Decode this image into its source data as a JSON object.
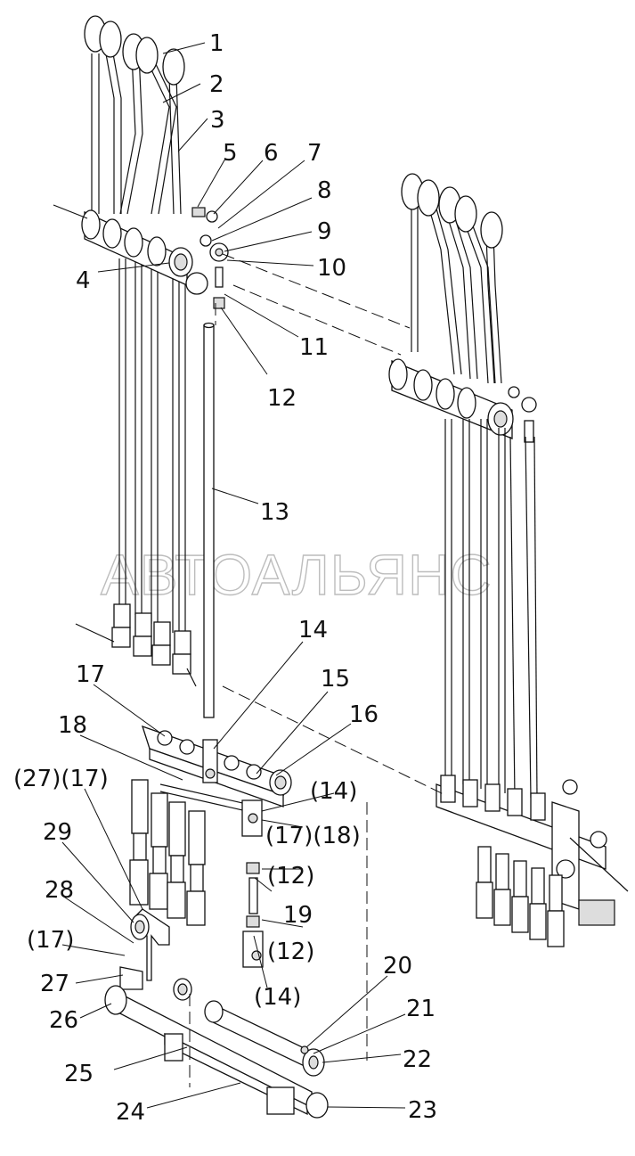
{
  "watermark": "АВТОАЛЬЯНС",
  "callouts": [
    {
      "id": "c1",
      "text": "1"
    },
    {
      "id": "c2",
      "text": "2"
    },
    {
      "id": "c3",
      "text": "3"
    },
    {
      "id": "c4",
      "text": "4"
    },
    {
      "id": "c5",
      "text": "5"
    },
    {
      "id": "c6",
      "text": "6"
    },
    {
      "id": "c7",
      "text": "7"
    },
    {
      "id": "c8",
      "text": "8"
    },
    {
      "id": "c9",
      "text": "9"
    },
    {
      "id": "c10",
      "text": "10"
    },
    {
      "id": "c11",
      "text": "11"
    },
    {
      "id": "c12",
      "text": "12"
    },
    {
      "id": "c13",
      "text": "13"
    },
    {
      "id": "c14",
      "text": "14"
    },
    {
      "id": "c15",
      "text": "15"
    },
    {
      "id": "c16",
      "text": "16"
    },
    {
      "id": "c17",
      "text": "17"
    },
    {
      "id": "c18",
      "text": "18"
    },
    {
      "id": "c27p17",
      "text": "(27)(17)"
    },
    {
      "id": "c14p",
      "text": "(14)"
    },
    {
      "id": "c17p18p",
      "text": "(17)(18)"
    },
    {
      "id": "c29",
      "text": "29"
    },
    {
      "id": "c12p",
      "text": "(12)"
    },
    {
      "id": "c19",
      "text": "19"
    },
    {
      "id": "c28",
      "text": "28"
    },
    {
      "id": "c12p2",
      "text": "(12)"
    },
    {
      "id": "c17p",
      "text": "(17)"
    },
    {
      "id": "c14p2",
      "text": "(14)"
    },
    {
      "id": "c20",
      "text": "20"
    },
    {
      "id": "c27",
      "text": "27"
    },
    {
      "id": "c21",
      "text": "21"
    },
    {
      "id": "c26",
      "text": "26"
    },
    {
      "id": "c22",
      "text": "22"
    },
    {
      "id": "c25",
      "text": "25"
    },
    {
      "id": "c24",
      "text": "24"
    },
    {
      "id": "c23",
      "text": "23"
    }
  ]
}
